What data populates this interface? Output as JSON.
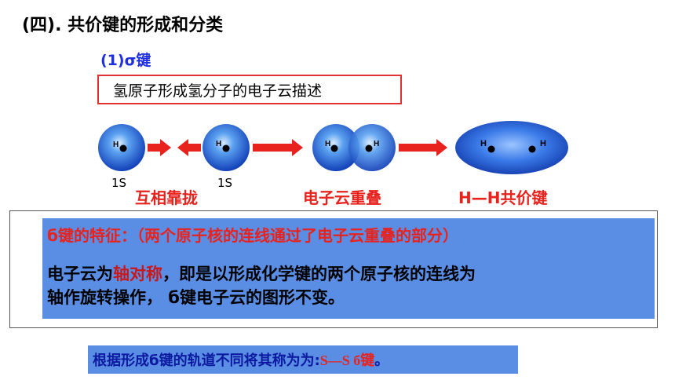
{
  "title": "(四). 共价键的形成和分类",
  "subtitle": "(1)σ键",
  "description_box": "氢原子形成氢分子的电子云描述",
  "diagram": {
    "atom_letter": "H",
    "orbital_label_1": "1S",
    "orbital_label_2": "1S",
    "stage_labels": [
      "互相靠拢",
      "电子云重叠",
      "H—H共价键"
    ],
    "colors": {
      "orbital": "#2f6fd8",
      "arrow": "#e8221c"
    }
  },
  "feature": {
    "heading": "б键的特征：（两个原子核的连线通过了电子云重叠的部分）",
    "body_before": "电子云为",
    "body_highlight": "轴对称",
    "body_after_1": "，即是以形成化学键的两个原子核的连线为",
    "body_line2": "轴作旋转操作， б键电子云的图形不变。"
  },
  "classification": {
    "prefix": "根据形成б键的轨道不同将其称为为:",
    "bond_type": "S—S  б键",
    "suffix": "。"
  }
}
